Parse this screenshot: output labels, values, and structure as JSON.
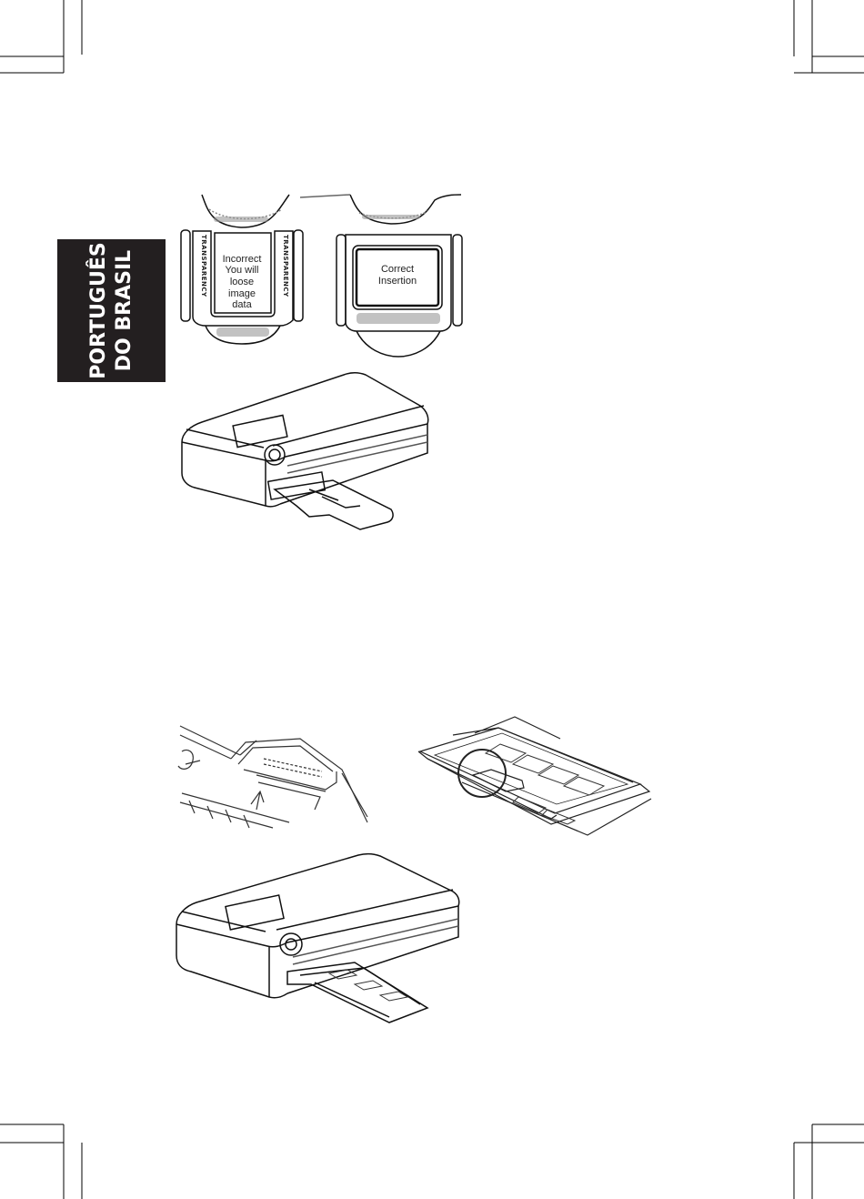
{
  "language_tab": {
    "line1": "PORTUGUÊS",
    "line2": "DO BRASIL",
    "background": "#231f20",
    "text_color": "#ffffff"
  },
  "figure_slide_insertion": {
    "incorrect": [
      "Incorrect",
      "You will",
      "loose",
      "image",
      "data"
    ],
    "correct": [
      "Correct",
      "Insertion"
    ],
    "side_label": "TRANSPARENCY",
    "side_label_mirrored": "YƆИƎЯAqƧИAЯT"
  }
}
